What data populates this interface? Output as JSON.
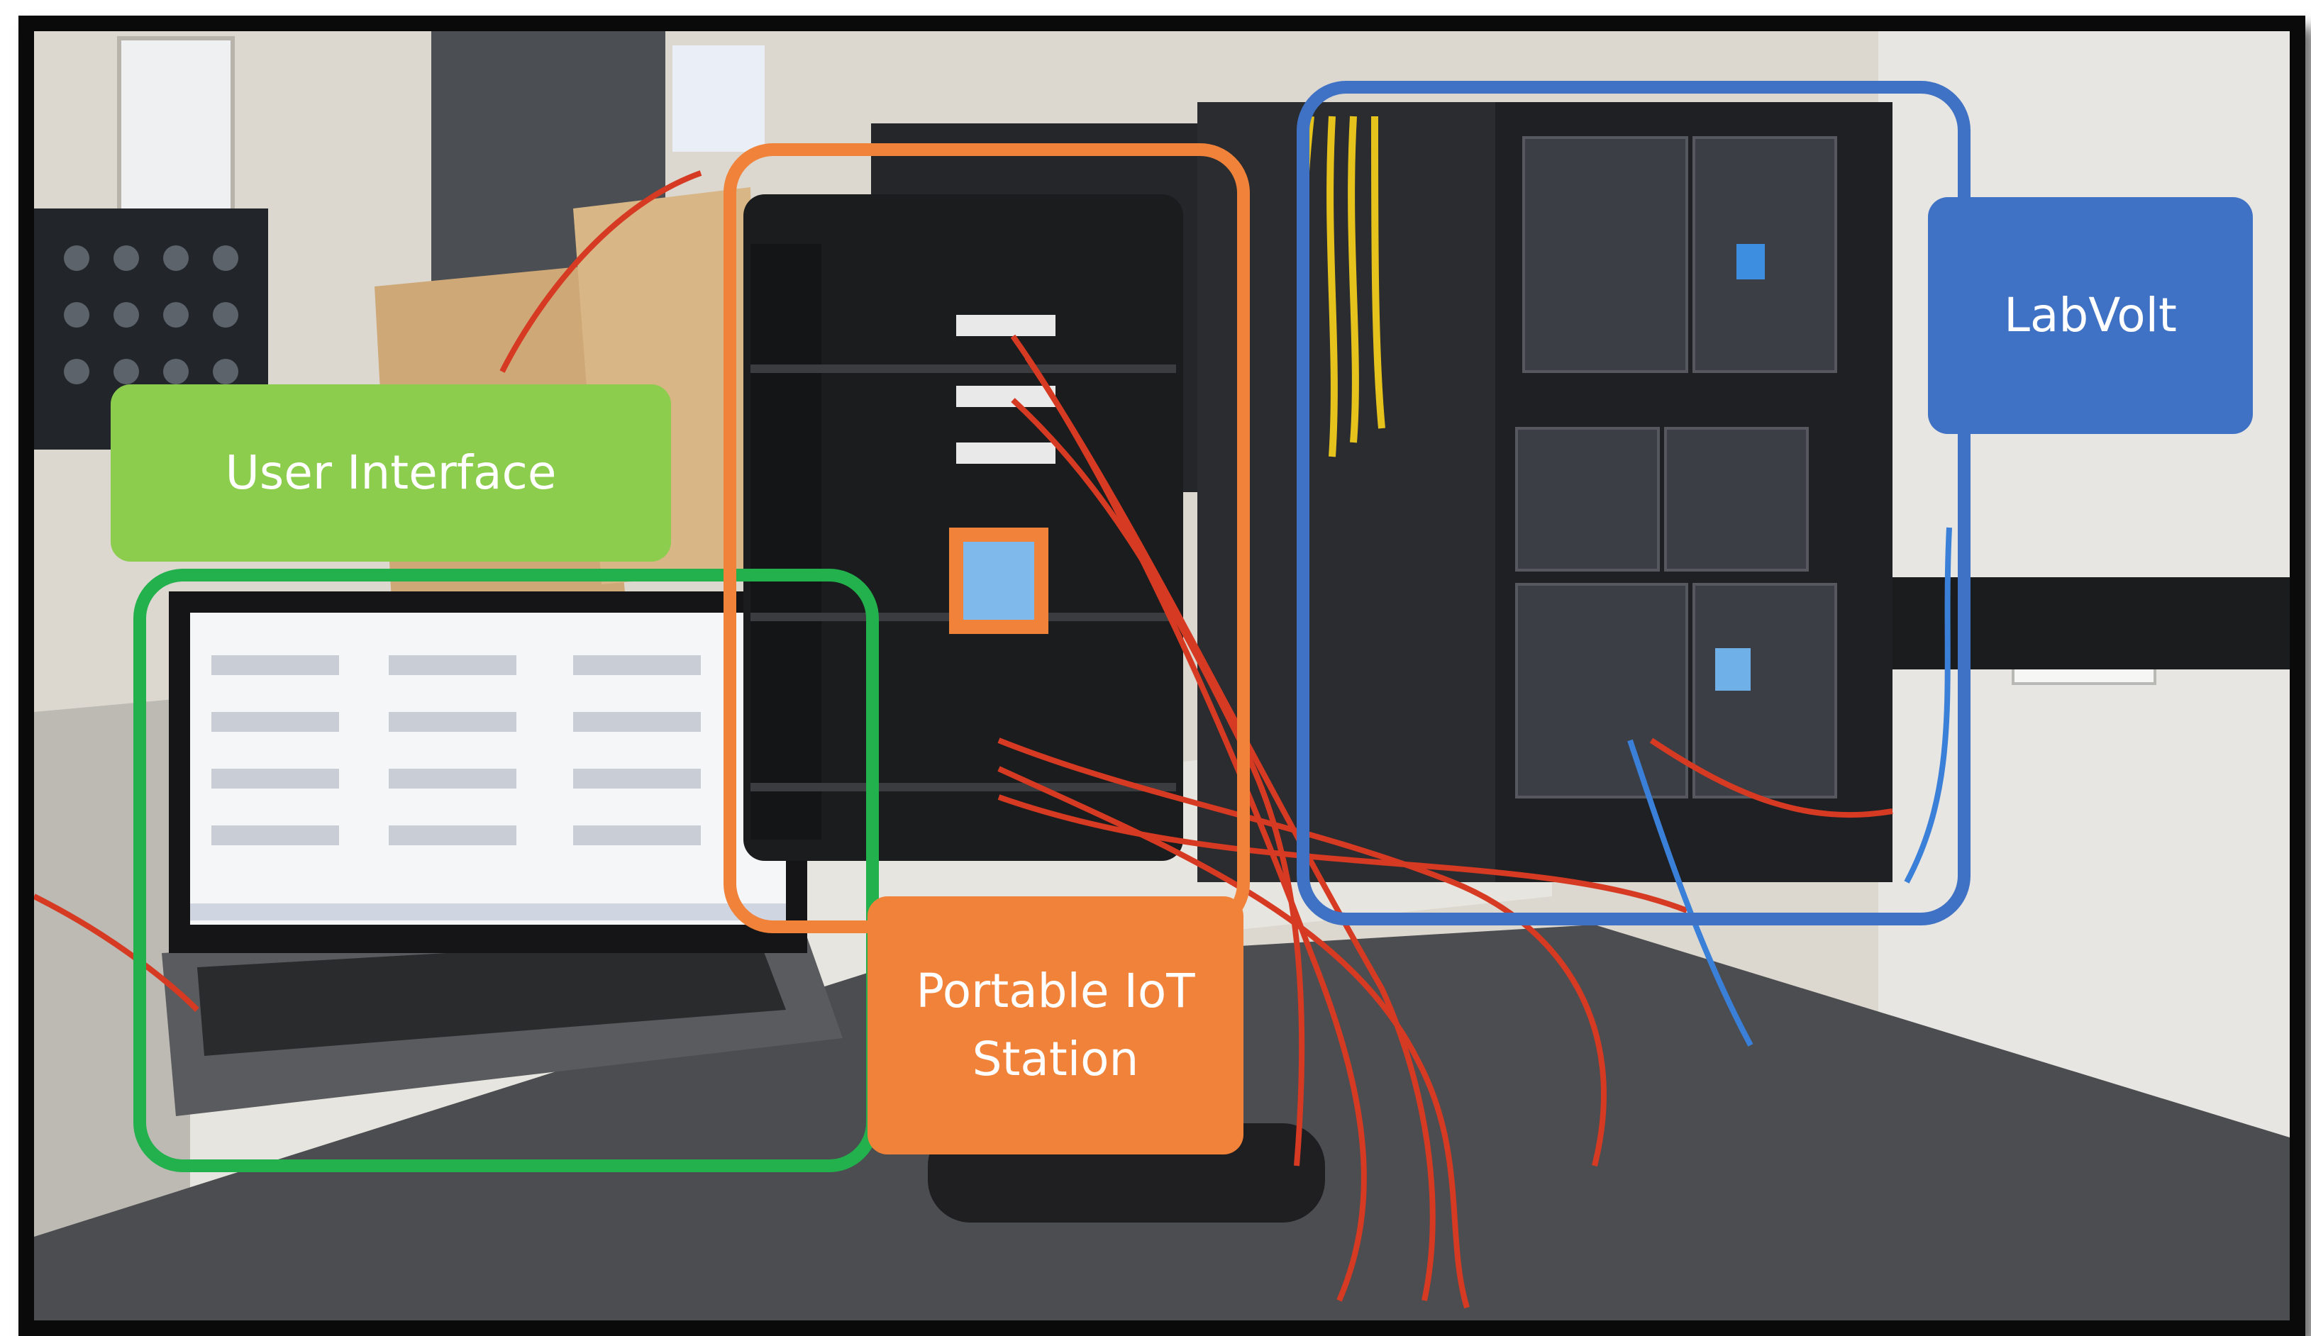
{
  "labels": {
    "user_interface": "User Interface",
    "portable_iot_station": "Portable IoT\nStation",
    "labvolt": "LabVolt"
  },
  "colors": {
    "user_interface_label": "#8dcd4e",
    "user_interface_outline": "#22b14c",
    "portable_iot_station": "#f0823a",
    "labvolt": "#3f72c4"
  }
}
